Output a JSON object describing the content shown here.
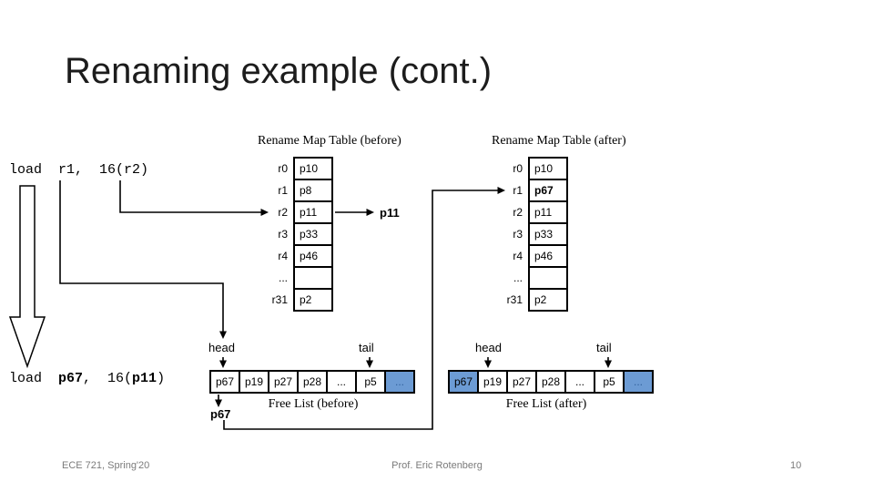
{
  "title": "Renaming example (cont.)",
  "instruction_before": "load  r1,  16(r2)",
  "instruction_after": {
    "op": "load  ",
    "dest": "p67",
    "mid": ",  16(",
    "src": "p11",
    "close": ")"
  },
  "rmt_before": {
    "caption": "Rename Map Table (before)",
    "rows": [
      {
        "reg": "r0",
        "val": "p10"
      },
      {
        "reg": "r1",
        "val": "p8"
      },
      {
        "reg": "r2",
        "val": "p11"
      },
      {
        "reg": "r3",
        "val": "p33"
      },
      {
        "reg": "r4",
        "val": "p46"
      },
      {
        "reg": "...",
        "val": ""
      },
      {
        "reg": "r31",
        "val": "p2"
      }
    ],
    "lookup_result": "p11"
  },
  "rmt_after": {
    "caption": "Rename Map Table (after)",
    "rows": [
      {
        "reg": "r0",
        "val": "p10"
      },
      {
        "reg": "r1",
        "val": "p67",
        "bold": true
      },
      {
        "reg": "r2",
        "val": "p11"
      },
      {
        "reg": "r3",
        "val": "p33"
      },
      {
        "reg": "r4",
        "val": "p46"
      },
      {
        "reg": "...",
        "val": ""
      },
      {
        "reg": "r31",
        "val": "p2"
      }
    ]
  },
  "freelist_before": {
    "caption": "Free List (before)",
    "head_label": "head",
    "tail_label": "tail",
    "cells": [
      {
        "val": "p67"
      },
      {
        "val": "p19"
      },
      {
        "val": "p27"
      },
      {
        "val": "p28"
      },
      {
        "val": "..."
      },
      {
        "val": "p5"
      },
      {
        "val": "...",
        "highlight": true,
        "dim": true
      }
    ],
    "popped_reg": "p67"
  },
  "freelist_after": {
    "caption": "Free List (after)",
    "head_label": "head",
    "tail_label": "tail",
    "cells": [
      {
        "val": "p67",
        "highlight": true
      },
      {
        "val": "p19"
      },
      {
        "val": "p27"
      },
      {
        "val": "p28"
      },
      {
        "val": "..."
      },
      {
        "val": "p5"
      },
      {
        "val": "...",
        "highlight": true,
        "dim": true
      }
    ]
  },
  "footer": {
    "course": "ECE 721, Spring'20",
    "author": "Prof. Eric Rotenberg",
    "page": "10"
  },
  "colors": {
    "highlight": "#6c9bd4",
    "dim_text": "#31619c",
    "line": "#000000"
  }
}
